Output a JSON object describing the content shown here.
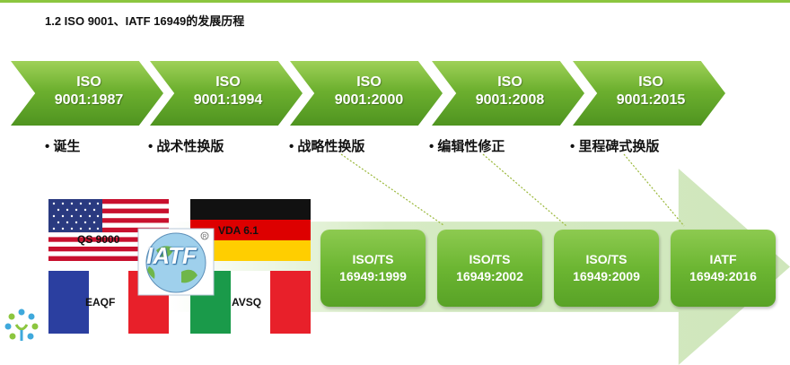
{
  "title": "1.2 ISO  9001、IATF 16949的发展历程",
  "iso_versions": [
    {
      "line1": "ISO",
      "line2": "9001:1987",
      "note": "•  诞生"
    },
    {
      "line1": "ISO",
      "line2": "9001:1994",
      "note": "•  战术性换版"
    },
    {
      "line1": "ISO",
      "line2": "9001:2000",
      "note": "•  战略性换版"
    },
    {
      "line1": "ISO",
      "line2": "9001:2008",
      "note": "•  编辑性修正"
    },
    {
      "line1": "ISO",
      "line2": "9001:2015",
      "note": "•  里程碑式换版"
    }
  ],
  "auto_versions": [
    {
      "line1": "ISO/TS",
      "line2": "16949:1999"
    },
    {
      "line1": "ISO/TS",
      "line2": "16949:2002"
    },
    {
      "line1": "ISO/TS",
      "line2": "16949:2009"
    },
    {
      "line1": "IATF",
      "line2": "16949:2016"
    }
  ],
  "flags": {
    "us": "QS 9000",
    "de": "VDA 6.1",
    "fr": "EAQF",
    "it": "AVSQ"
  },
  "iatf_logo": "IATF",
  "company_logo": "",
  "colors": {
    "chevron_green": "#6db02f",
    "box_green": "#6cb632",
    "arrow_light": "#cfe6bb",
    "dotted_line": "#9ab83a"
  }
}
